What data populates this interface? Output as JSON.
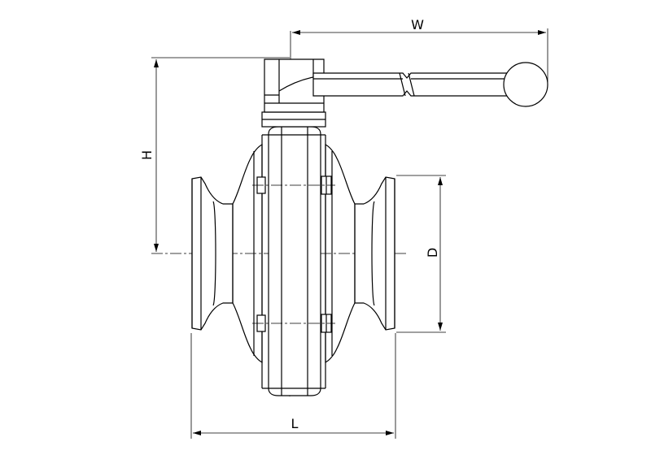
{
  "dimensions": {
    "width_label": "W",
    "height_label": "H",
    "diameter_label": "D",
    "length_label": "L"
  },
  "colors": {
    "line": "#000000",
    "background": "#ffffff"
  }
}
